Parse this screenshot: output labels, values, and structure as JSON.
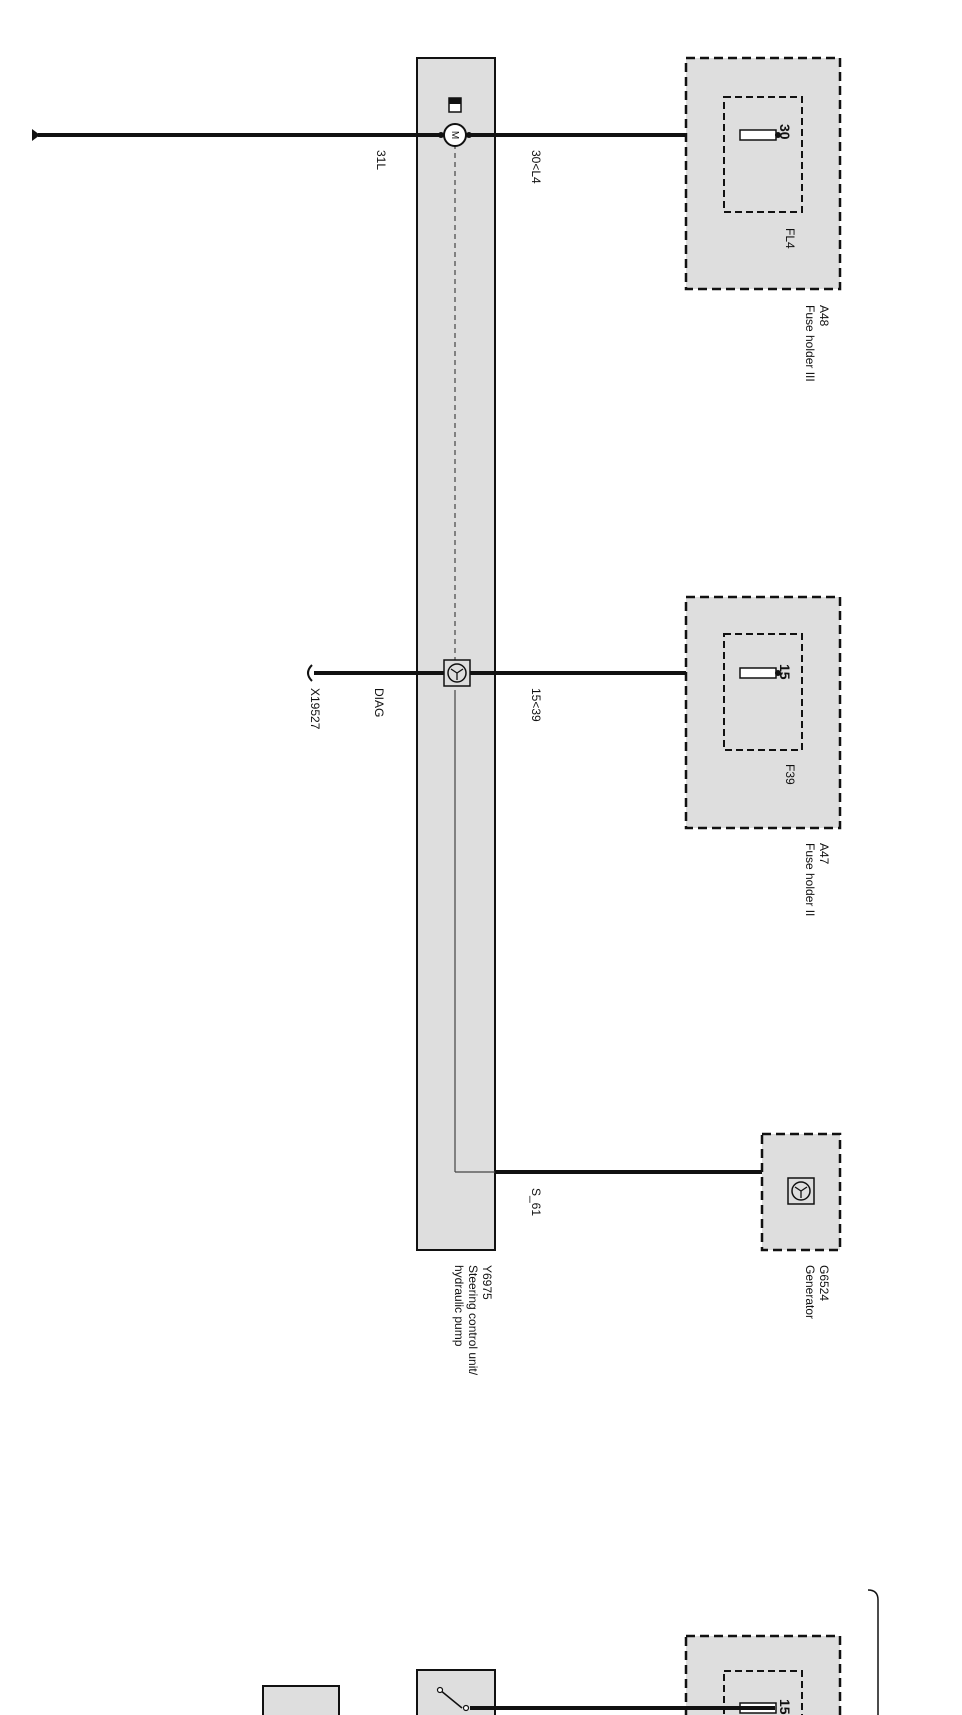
{
  "wires": {
    "ground": "31L",
    "fl4_feed": "30<L4",
    "diag": "DIAG",
    "f39_feed": "15<39",
    "generator_signal": "S_61"
  },
  "connectors": {
    "diag": "X19527"
  },
  "fuse_holder_3": {
    "id": "A48",
    "name": "Fuse holder III",
    "fuse": "FL4",
    "terminal": "30"
  },
  "fuse_holder_2": {
    "id": "A47",
    "name": "Fuse holder II",
    "fuse": "F39",
    "terminal": "15"
  },
  "generator": {
    "id": "G6524",
    "name": "Generator"
  },
  "steering_unit": {
    "id": "Y6975",
    "name_line1": "Steering control unit/",
    "name_line2": "hydraulic pump"
  },
  "motor_symbol": "M",
  "lower_fuse_terminal": "15",
  "colors": {
    "component_fill": "#dedede",
    "wire": "#111111"
  }
}
